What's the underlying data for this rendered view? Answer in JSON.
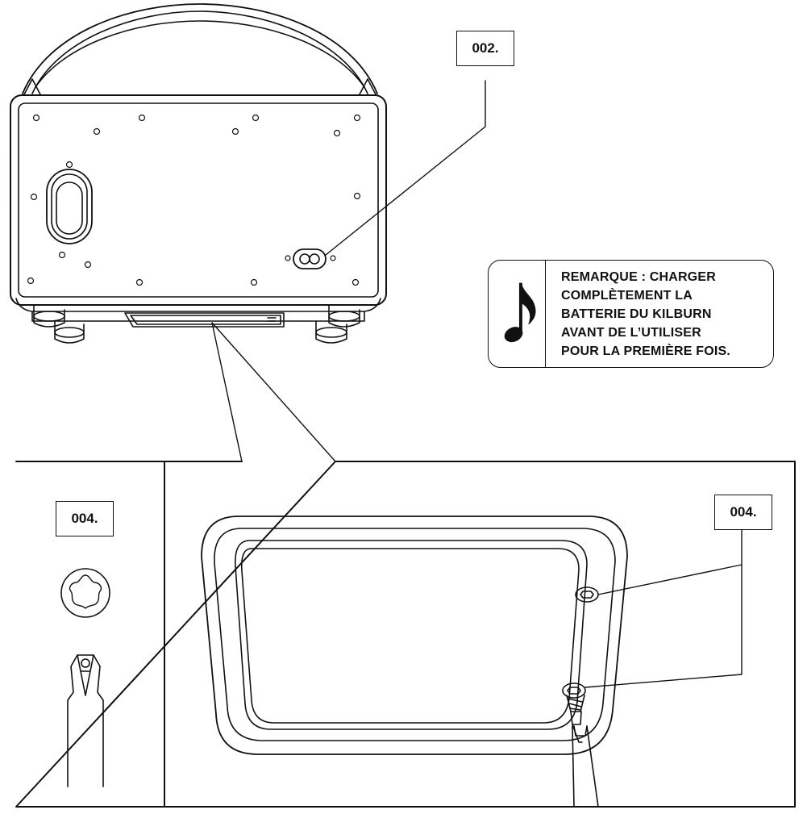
{
  "callouts": {
    "top_label": "002.",
    "inset_left_label": "004.",
    "inset_right_label": "004."
  },
  "note": {
    "icon": "eighth-note-icon",
    "lines": [
      "REMARQUE : CHARGER",
      "COMPLÈTEMENT LA",
      "BATTERIE DU KILBURN",
      "AVANT DE L’UTILISER",
      "POUR LA PREMIÈRE FOIS."
    ]
  },
  "colors": {
    "stroke": "#111111",
    "background": "#ffffff"
  }
}
